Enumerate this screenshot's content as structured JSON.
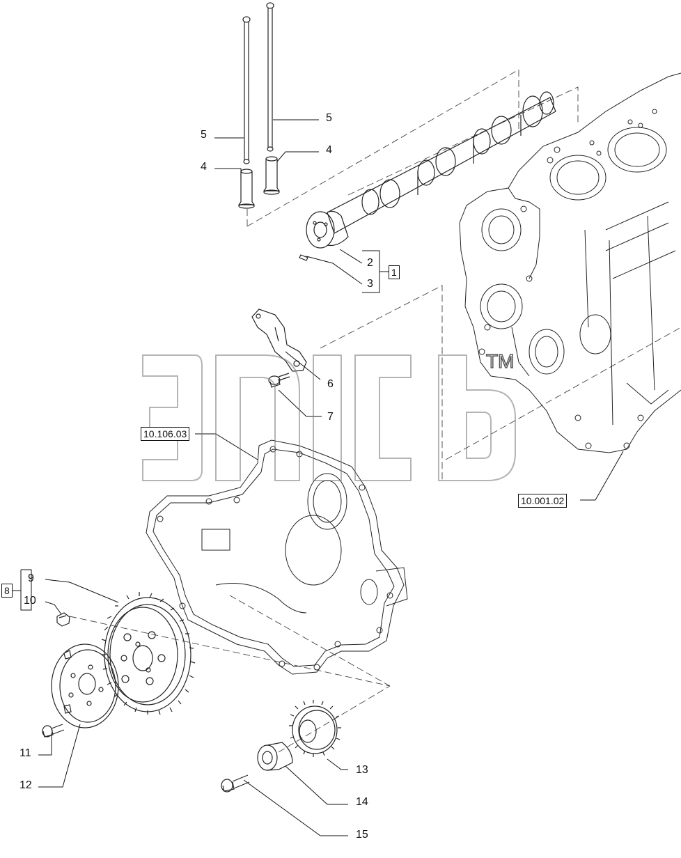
{
  "callouts": {
    "c1": "1",
    "c2": "2",
    "c3": "3",
    "c4a": "4",
    "c4b": "4",
    "c5a": "5",
    "c5b": "5",
    "c6": "6",
    "c7": "7",
    "c8": "8",
    "c9": "9",
    "c10": "10",
    "c11": "11",
    "c12": "12",
    "c13": "13",
    "c14": "14",
    "c15": "15"
  },
  "refs": {
    "cover": "10.106.03",
    "block": "10.001.02"
  },
  "watermark": {
    "tm": "TM"
  }
}
